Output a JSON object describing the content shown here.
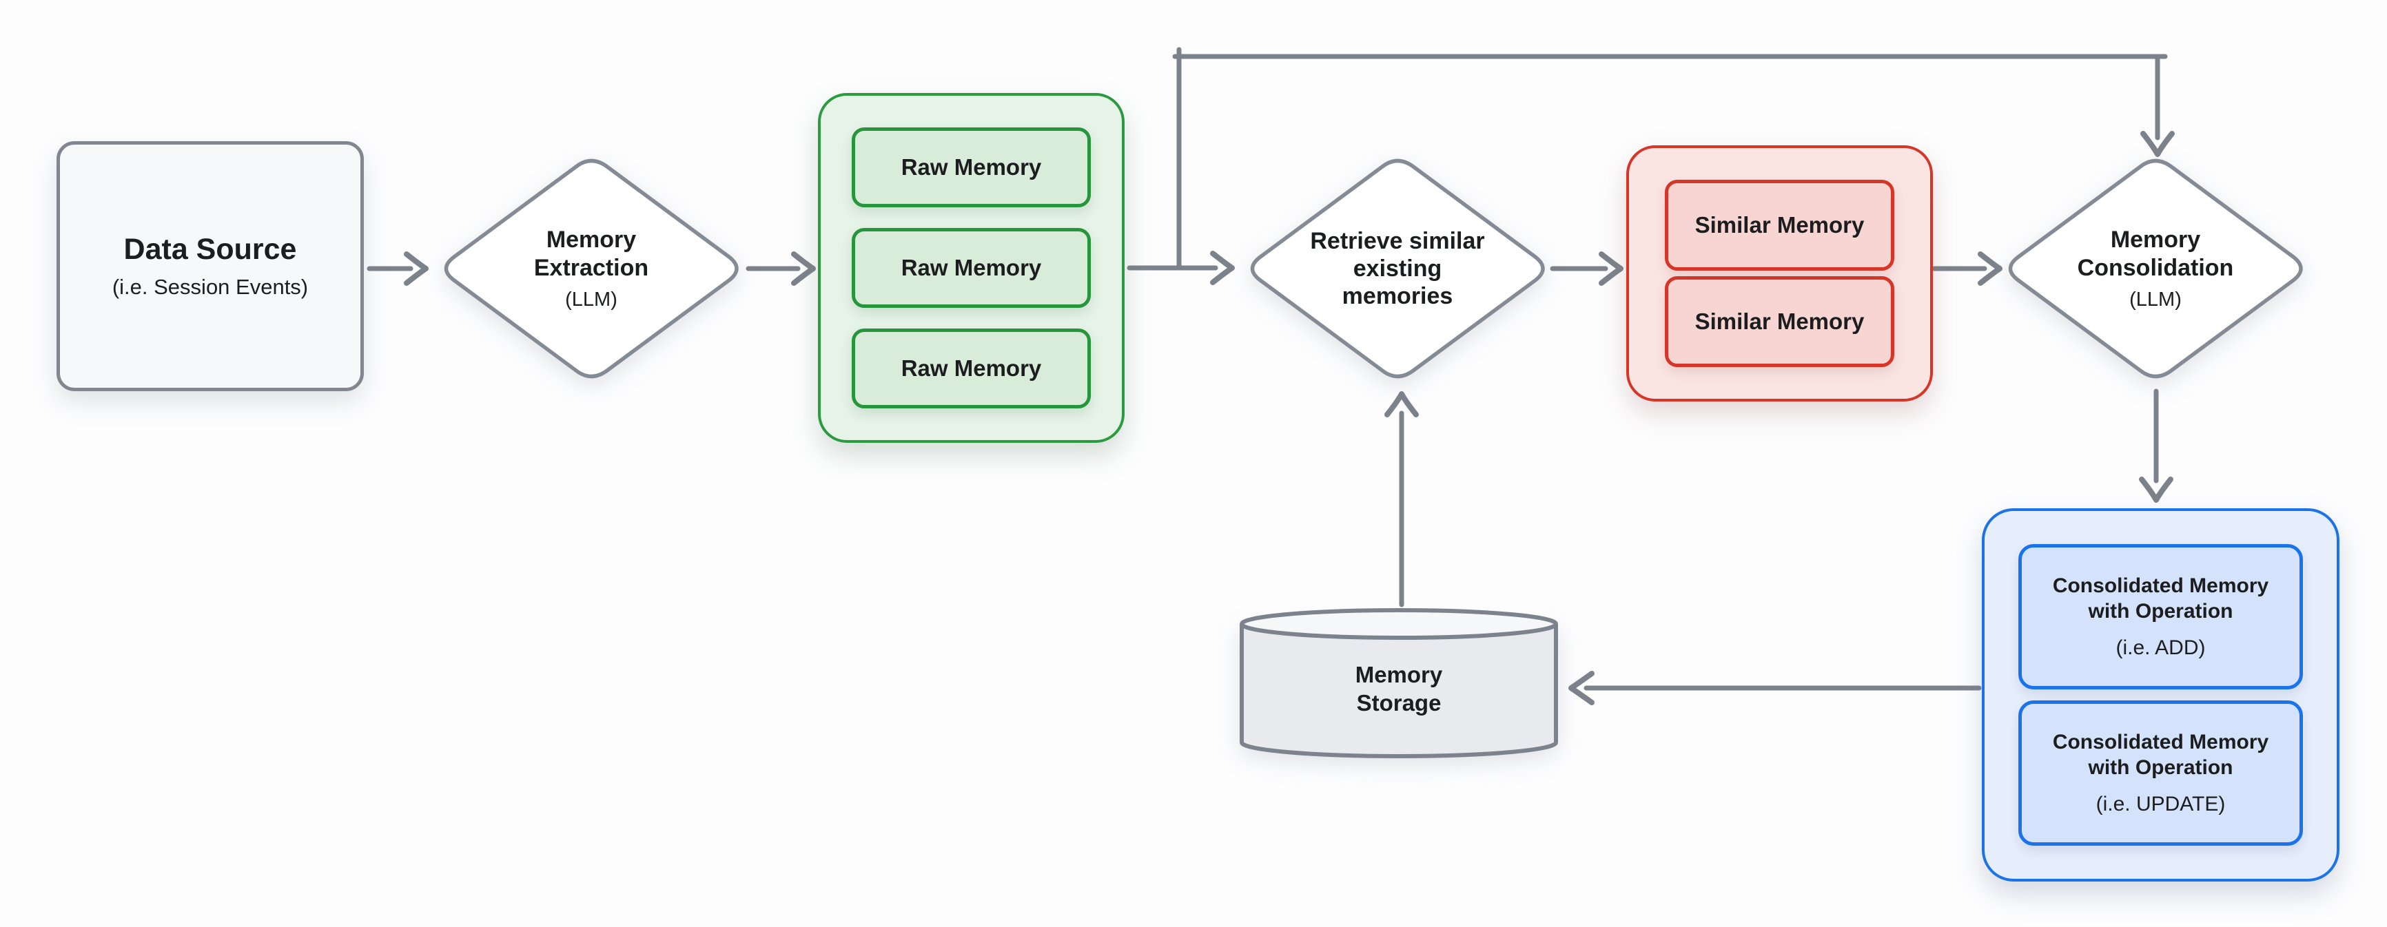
{
  "diagram": {
    "background": "#fdfdfe",
    "palette": {
      "wire_gray": "#7c828b",
      "node_border_gray": "#858b94",
      "green_border": "#2b9a40",
      "green_container_fill": "#e6f3e7",
      "green_box_fill": "#d9ecda",
      "red_border": "#d63628",
      "red_container_fill": "#fae5e3",
      "red_box_fill": "#f7d5d2",
      "blue_border": "#1a73e8",
      "blue_container_fill": "#e7eefb",
      "blue_box_fill": "#d4e3fb",
      "cylinder_fill": "#e8eaed",
      "cylinder_top_fill": "#f6f7f9",
      "text": "#1c1d1f"
    },
    "nodes": {
      "data_source": {
        "title": "Data Source",
        "subtitle": "(i.e. Session Events)"
      },
      "memory_extraction": {
        "line1": "Memory",
        "line2": "Extraction",
        "subtitle": "(LLM)"
      },
      "raw_memories": {
        "items": [
          "Raw Memory",
          "Raw Memory",
          "Raw Memory"
        ]
      },
      "retrieve": {
        "line1": "Retrieve similar",
        "line2": "existing",
        "line3": "memories"
      },
      "similar_memories": {
        "items": [
          "Similar Memory",
          "Similar Memory"
        ]
      },
      "memory_consolidation": {
        "line1": "Memory",
        "line2": "Consolidation",
        "subtitle": "(LLM)"
      },
      "consolidated_memories": {
        "items": [
          {
            "title_line1": "Consolidated Memory",
            "title_line2": "with Operation",
            "subtitle": "(i.e. ADD)"
          },
          {
            "title_line1": "Consolidated Memory",
            "title_line2": "with Operation",
            "subtitle": "(i.e. UPDATE)"
          }
        ]
      },
      "memory_storage": {
        "line1": "Memory",
        "line2": "Storage"
      }
    },
    "edges": [
      {
        "from": "data_source",
        "to": "memory_extraction"
      },
      {
        "from": "memory_extraction",
        "to": "raw_memories"
      },
      {
        "from": "raw_memories",
        "to": "retrieve"
      },
      {
        "from": "raw_memories",
        "to": "memory_consolidation",
        "via": "top bypass line"
      },
      {
        "from": "retrieve",
        "to": "similar_memories"
      },
      {
        "from": "similar_memories",
        "to": "memory_consolidation"
      },
      {
        "from": "memory_consolidation",
        "to": "consolidated_memories"
      },
      {
        "from": "consolidated_memories",
        "to": "memory_storage"
      },
      {
        "from": "memory_storage",
        "to": "retrieve"
      }
    ]
  }
}
